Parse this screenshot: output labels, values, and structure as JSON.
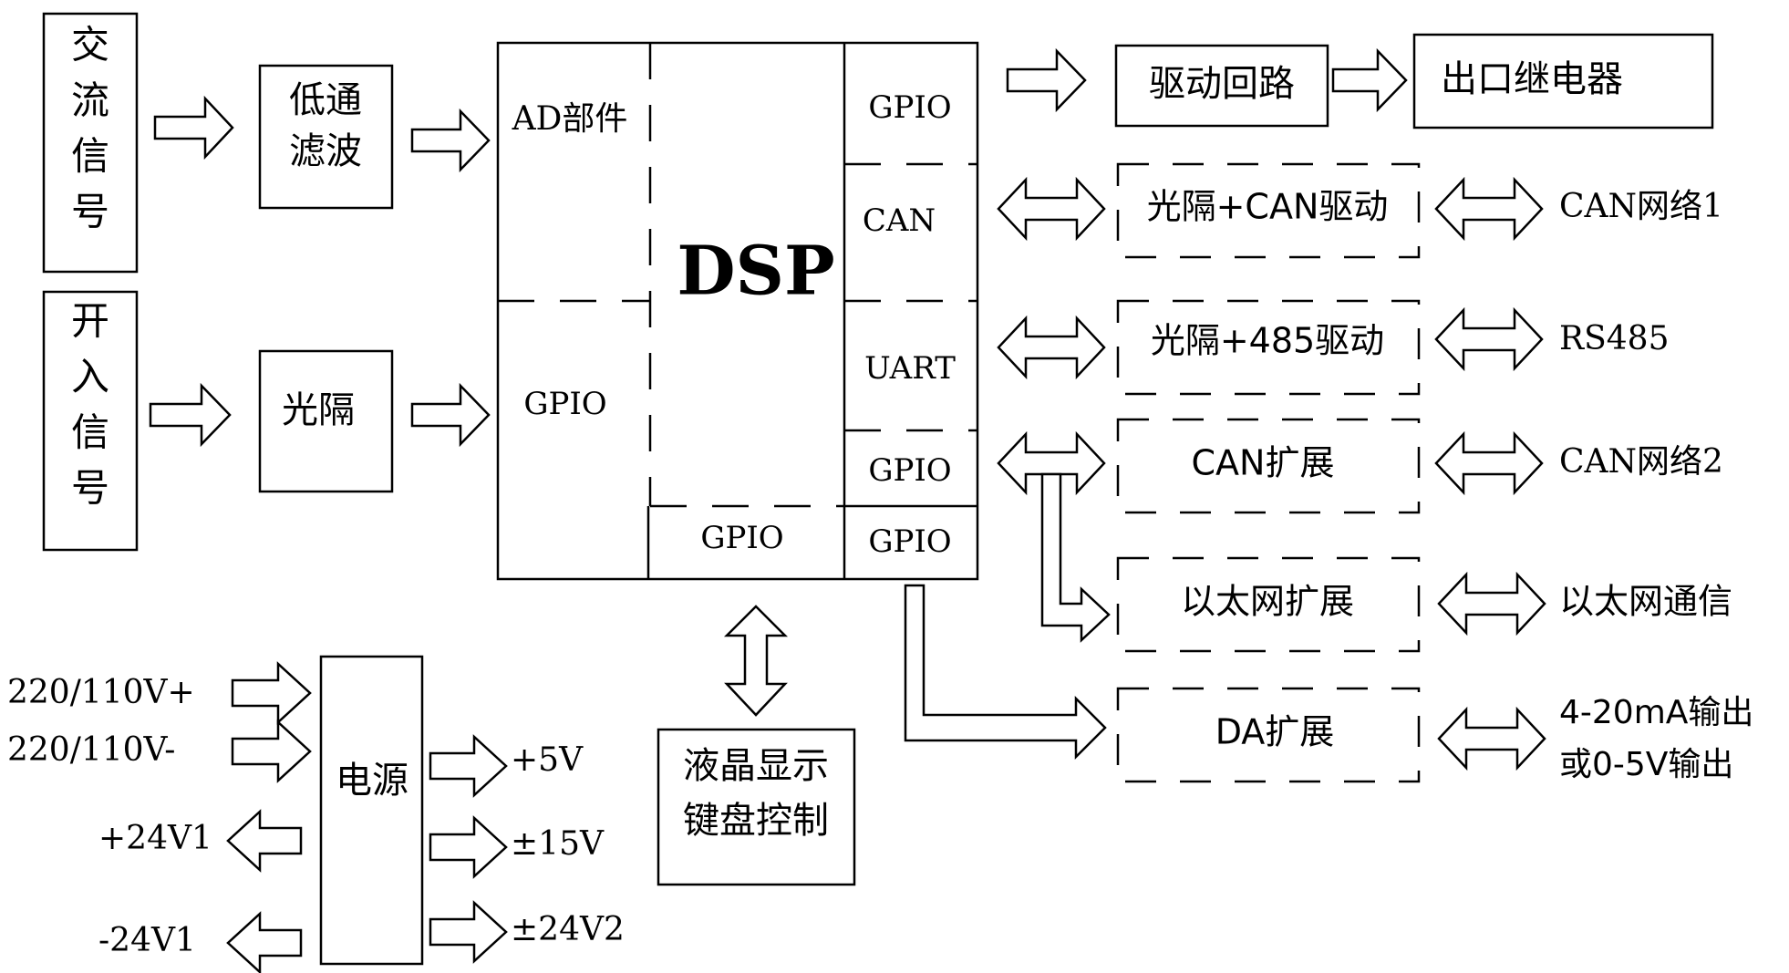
{
  "inputs": {
    "ac_signal": [
      "交",
      "流",
      "信",
      "号"
    ],
    "switch_signal": [
      "开",
      "入",
      "信",
      "号"
    ]
  },
  "filter": [
    "低通",
    "滤波"
  ],
  "isolator": "光隔",
  "dsp": {
    "title": "DSP",
    "ad": "AD部件",
    "gpio_left": "GPIO",
    "gpio_top": "GPIO",
    "can": "CAN",
    "uart": "UART",
    "gpio_mid": "GPIO",
    "gpio_bottom_center": "GPIO",
    "gpio_bottom_right": "GPIO"
  },
  "outputs": {
    "drive": "驱动回路",
    "relay": "出口继电器",
    "can_driver": "光隔+CAN驱动",
    "can_net1": "CAN网络1",
    "rs485_driver": "光隔+485驱动",
    "rs485": "RS485",
    "can_ext": "CAN扩展",
    "can_net2": "CAN网络2",
    "eth_ext": "以太网扩展",
    "eth_comm": "以太网通信",
    "da_ext": "DA扩展",
    "da_out": [
      "4-20mA输出",
      "或0-5V输出"
    ]
  },
  "lcd": [
    "液晶显示",
    "键盘控制"
  ],
  "power": {
    "label": "电源",
    "in_plus": "220/110V+",
    "in_minus": "220/110V-",
    "out_24v1_plus": "+24V1",
    "out_24v1_minus": "-24V1",
    "out_5v": "+5V",
    "out_15v": "±15V",
    "out_24v2": "±24V2"
  }
}
